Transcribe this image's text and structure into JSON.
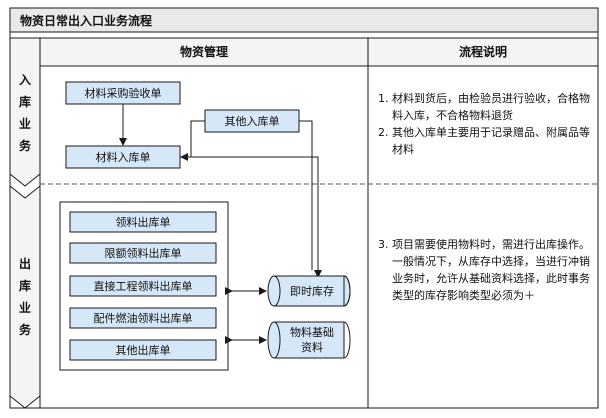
{
  "title": "物资日常出入口业务流程",
  "columns": {
    "management": "物资管理",
    "explanation": "流程说明"
  },
  "lanes": {
    "inbound": "入库业务",
    "outbound": "出库业务"
  },
  "boxes": {
    "purchase_check": "材料采购验收单",
    "other_inbound": "其他入库单",
    "material_inbound": "材料入库单",
    "issue_out": "领料出库单",
    "quota_issue_out": "限额领料出库单",
    "direct_project_out": "直接工程领料出库单",
    "parts_fuel_out": "配件燃油领料出库单",
    "other_out": "其他出库单",
    "realtime_stock": "即时库存",
    "material_basic_data": "物料基础资料"
  },
  "notes": {
    "n1_num": "1.",
    "n1": "材料到货后，由检验员进行验收，合格物料入库，不合格物料退货",
    "n2_num": "2.",
    "n2": "其他入库单主要用于记录赠品、附属品等材料",
    "n3_num": "3.",
    "n3": "项目需要使用物料时，需进行出库操作。",
    "n3_detail": "一般情况下，从库存中选择，当进行冲销业务时，允许从基础资料选择，此时事务类型的库存影响类型必须为＋"
  },
  "colors": {
    "box_fill": "#d6e8f8",
    "title_bar": "#e9e9e9",
    "lane_bg": "#f4f4f4"
  }
}
